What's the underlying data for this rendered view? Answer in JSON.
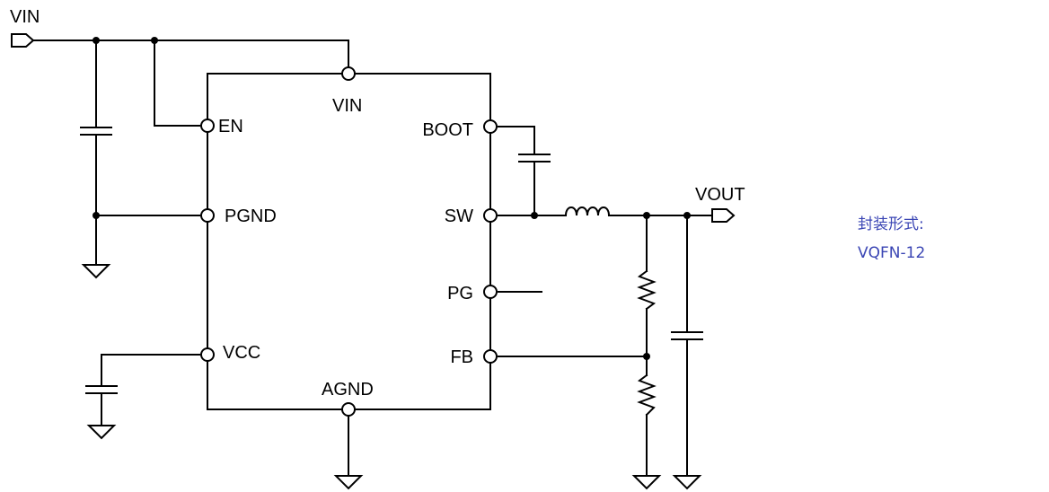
{
  "schematic": {
    "net_labels": {
      "vin": "VIN",
      "vout": "VOUT"
    },
    "pins": {
      "vin": "VIN",
      "en": "EN",
      "pgnd": "PGND",
      "vcc": "VCC",
      "agnd": "AGND",
      "boot": "BOOT",
      "sw": "SW",
      "pg": "PG",
      "fb": "FB"
    }
  },
  "package_note": {
    "label": "封装形式:",
    "value": "VQFN-12",
    "color": "#3a45b4"
  },
  "colors": {
    "wire": "#000000",
    "background": "#ffffff"
  }
}
